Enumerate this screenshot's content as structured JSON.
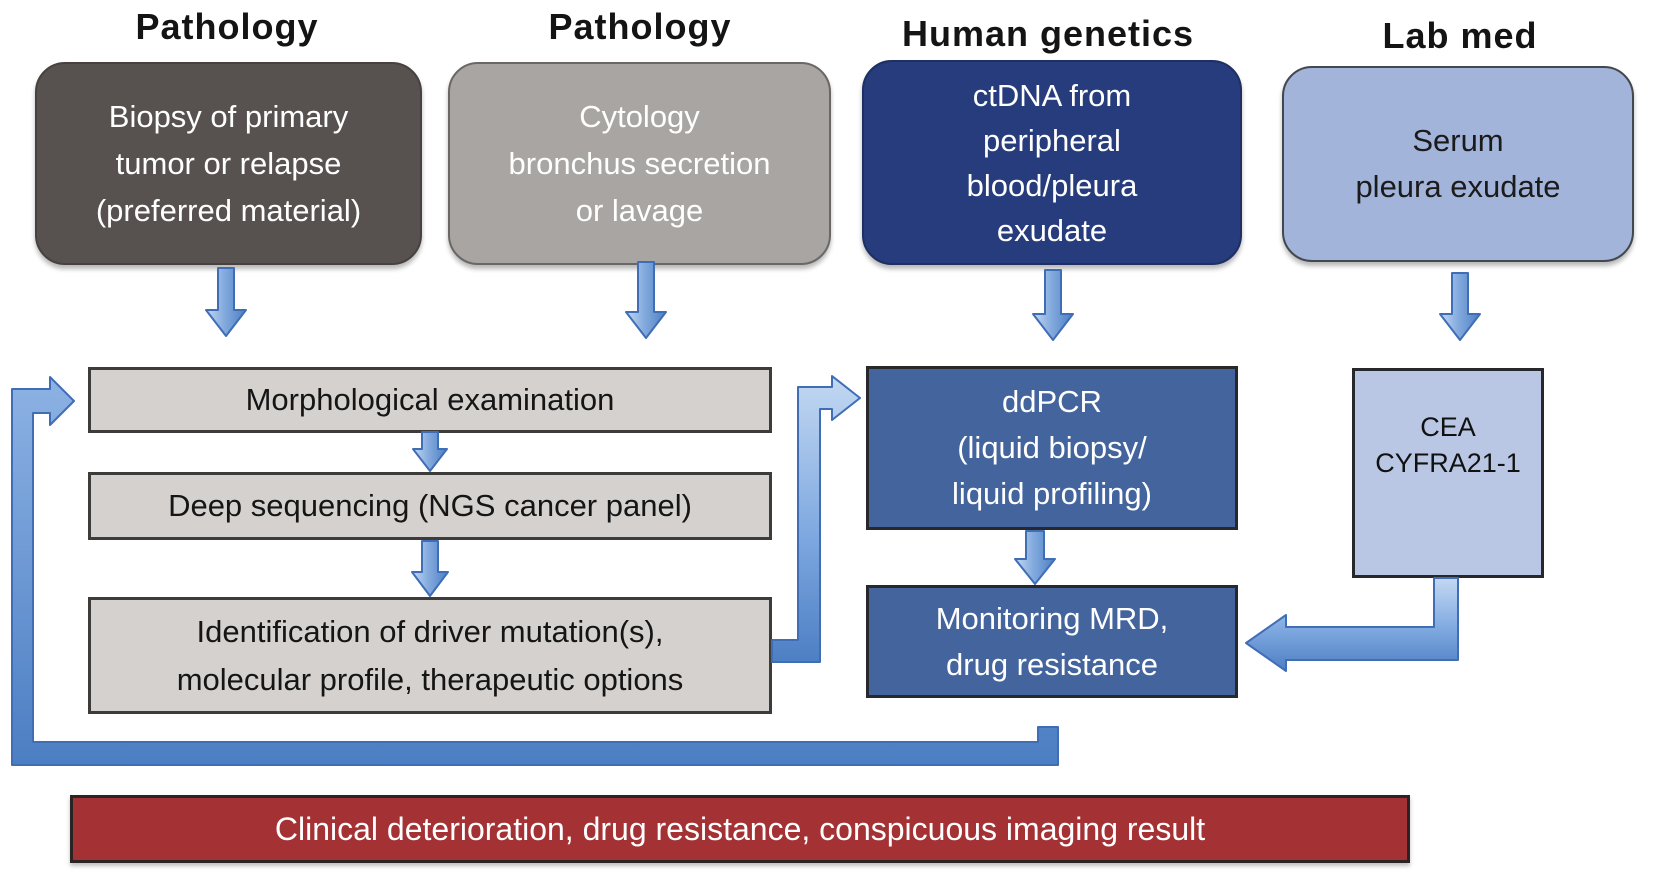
{
  "figure": {
    "headers": [
      {
        "label": "Pathology"
      },
      {
        "label": "Pathology"
      },
      {
        "label": "Human genetics"
      },
      {
        "label": "Lab med"
      }
    ],
    "source_boxes": [
      {
        "label": "Biopsy of primary\ntumor or relapse\n(preferred material)"
      },
      {
        "label": "Cytology\nbronchus secretion\nor lavage"
      },
      {
        "label": "ctDNA from\nperipheral\nblood/pleura\nexudate"
      },
      {
        "label": "Serum\npleura exudate"
      }
    ],
    "pathology_steps": [
      {
        "label": "Morphological examination"
      },
      {
        "label": "Deep sequencing (NGS cancer panel)"
      },
      {
        "label": "Identification of driver mutation(s),\nmolecular profile,  therapeutic options"
      }
    ],
    "genetics_steps": [
      {
        "label": "ddPCR\n(liquid biopsy/\nliquid profiling)"
      },
      {
        "label": "Monitoring MRD,\ndrug resistance"
      }
    ],
    "labmed_step": {
      "label": "CEA\nCYFRA21-1"
    },
    "alert_banner": {
      "label": "Clinical deterioration, drug resistance, conspicuous imaging result"
    },
    "colors": {
      "biopsy_box": "#575250",
      "cytology_box": "#a8a5a2",
      "ctdna_box": "#263c7c",
      "serum_box": "#a2b4d9",
      "process_gray_box": "#d4d1ce",
      "process_blue_box": "#43649d",
      "cea_box": "#b9c7e4",
      "alert_red_box": "#a43234",
      "arrow_blue": "#5b8ed0",
      "arrow_outline": "#3f6db6"
    }
  }
}
